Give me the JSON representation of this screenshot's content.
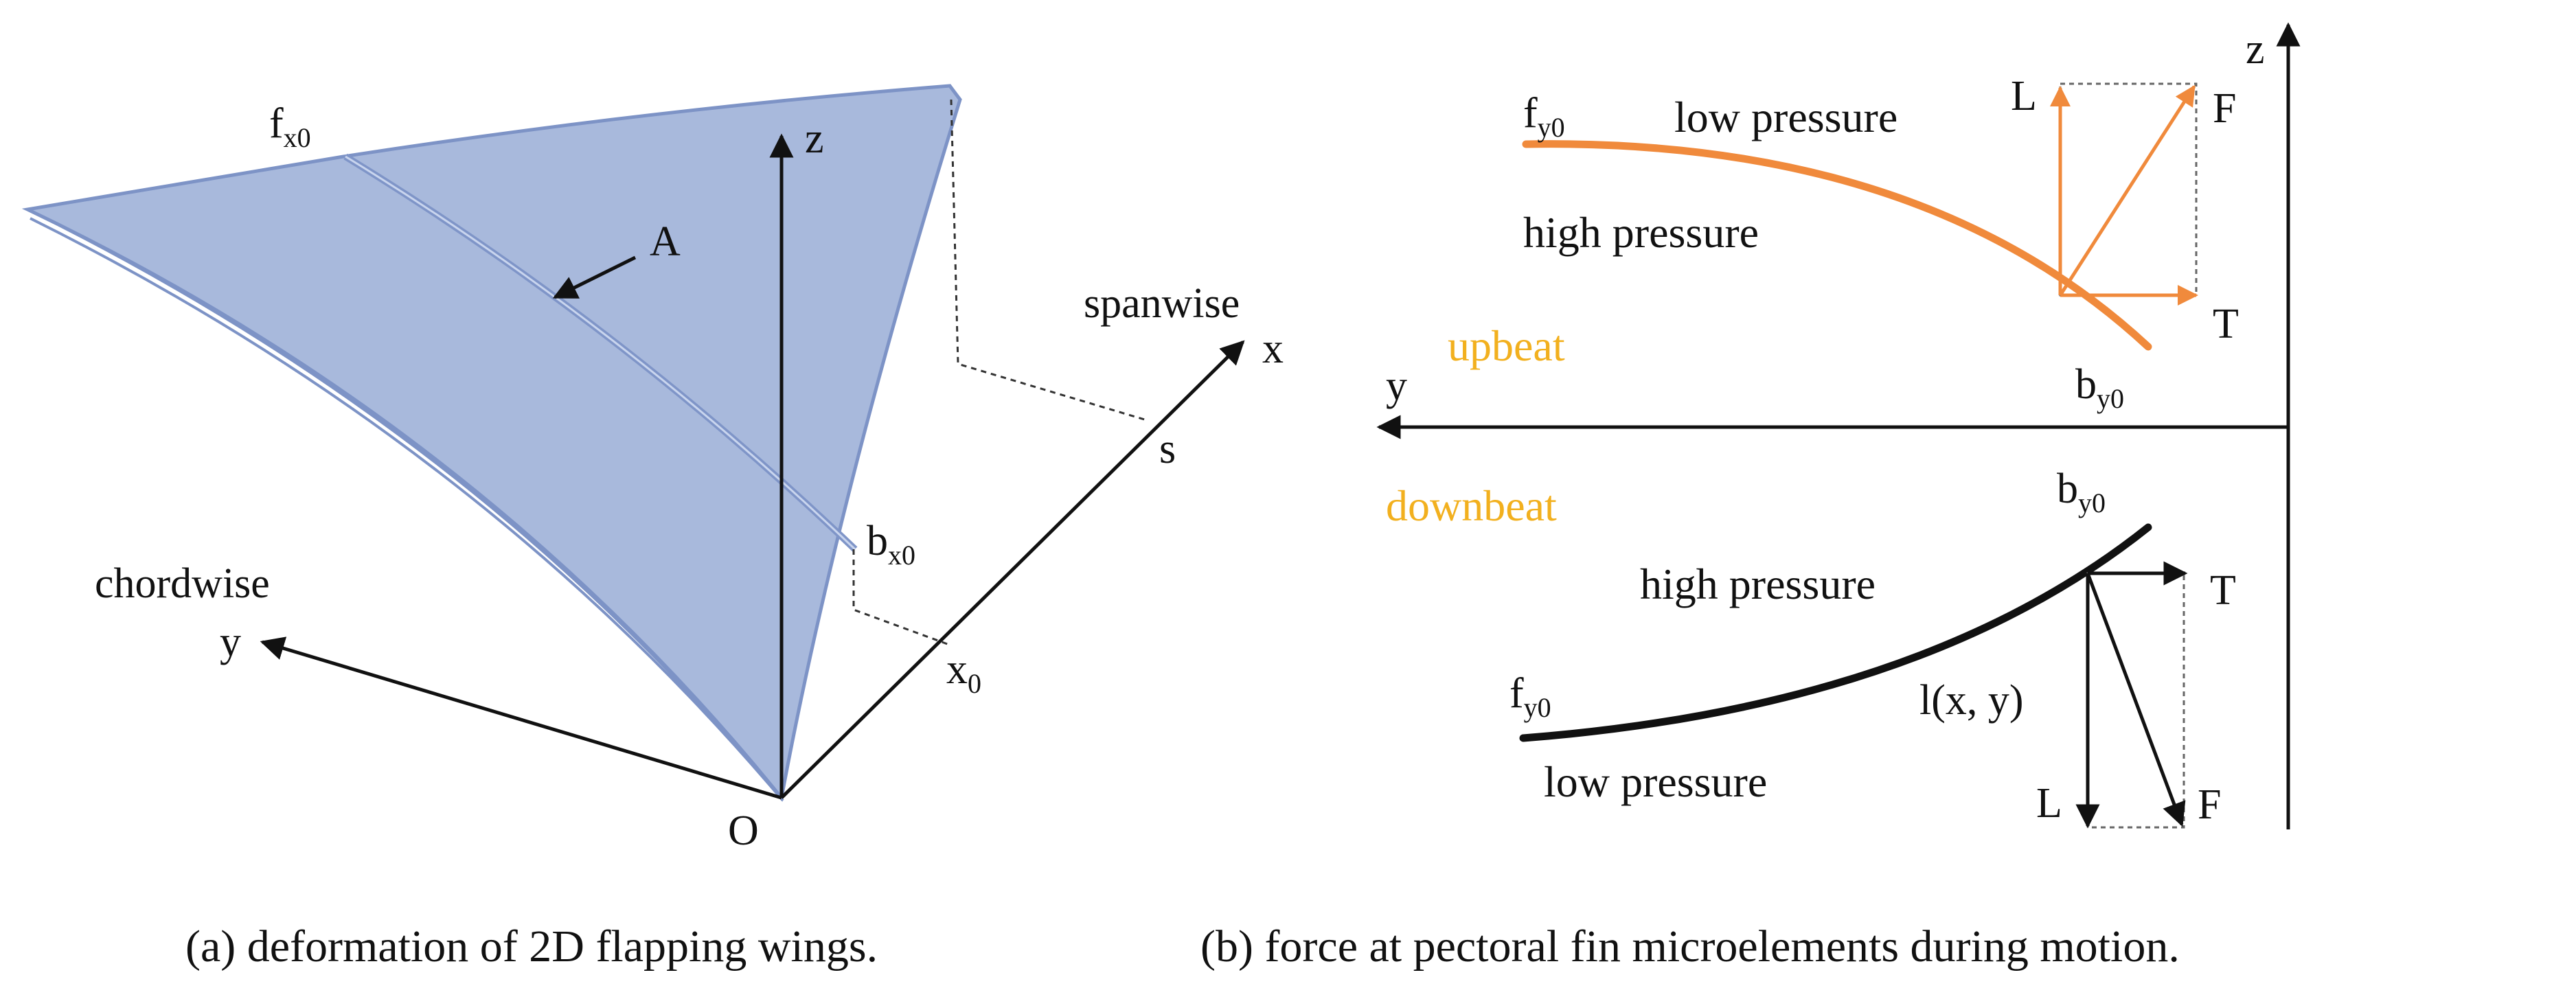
{
  "panel_a": {
    "caption": "(a) deformation of 2D flapping wings.",
    "labels": {
      "f": "f",
      "f_sub": "x0",
      "z": "z",
      "A": "A",
      "spanwise": "spanwise",
      "x": "x",
      "s": "s",
      "b": "b",
      "b_sub": "x0",
      "chordwise": "chordwise",
      "y": "y",
      "x0": "x",
      "x0_sub": "0",
      "O": "O"
    }
  },
  "panel_b": {
    "caption": "(b) force at pectoral fin microelements during motion.",
    "upbeat": {
      "title": "upbeat",
      "low_pressure": "low pressure",
      "high_pressure": "high pressure",
      "f": "f",
      "f_sub": "y0",
      "b": "b",
      "b_sub": "y0",
      "L": "L",
      "F": "F",
      "T": "T"
    },
    "downbeat": {
      "title": "downbeat",
      "high_pressure": "high pressure",
      "low_pressure": "low pressure",
      "f": "f",
      "f_sub": "y0",
      "b": "b",
      "b_sub": "y0",
      "element": "l(x, y)",
      "L": "L",
      "F": "F",
      "T": "T"
    },
    "axes": {
      "y": "y",
      "z": "z"
    }
  },
  "colors": {
    "wing_fill": "#a8b9dc",
    "wing_edge": "#7d93c6",
    "upbeat": "#f08a3c",
    "upbeat_label": "#f2b01e",
    "ink": "#111111"
  }
}
